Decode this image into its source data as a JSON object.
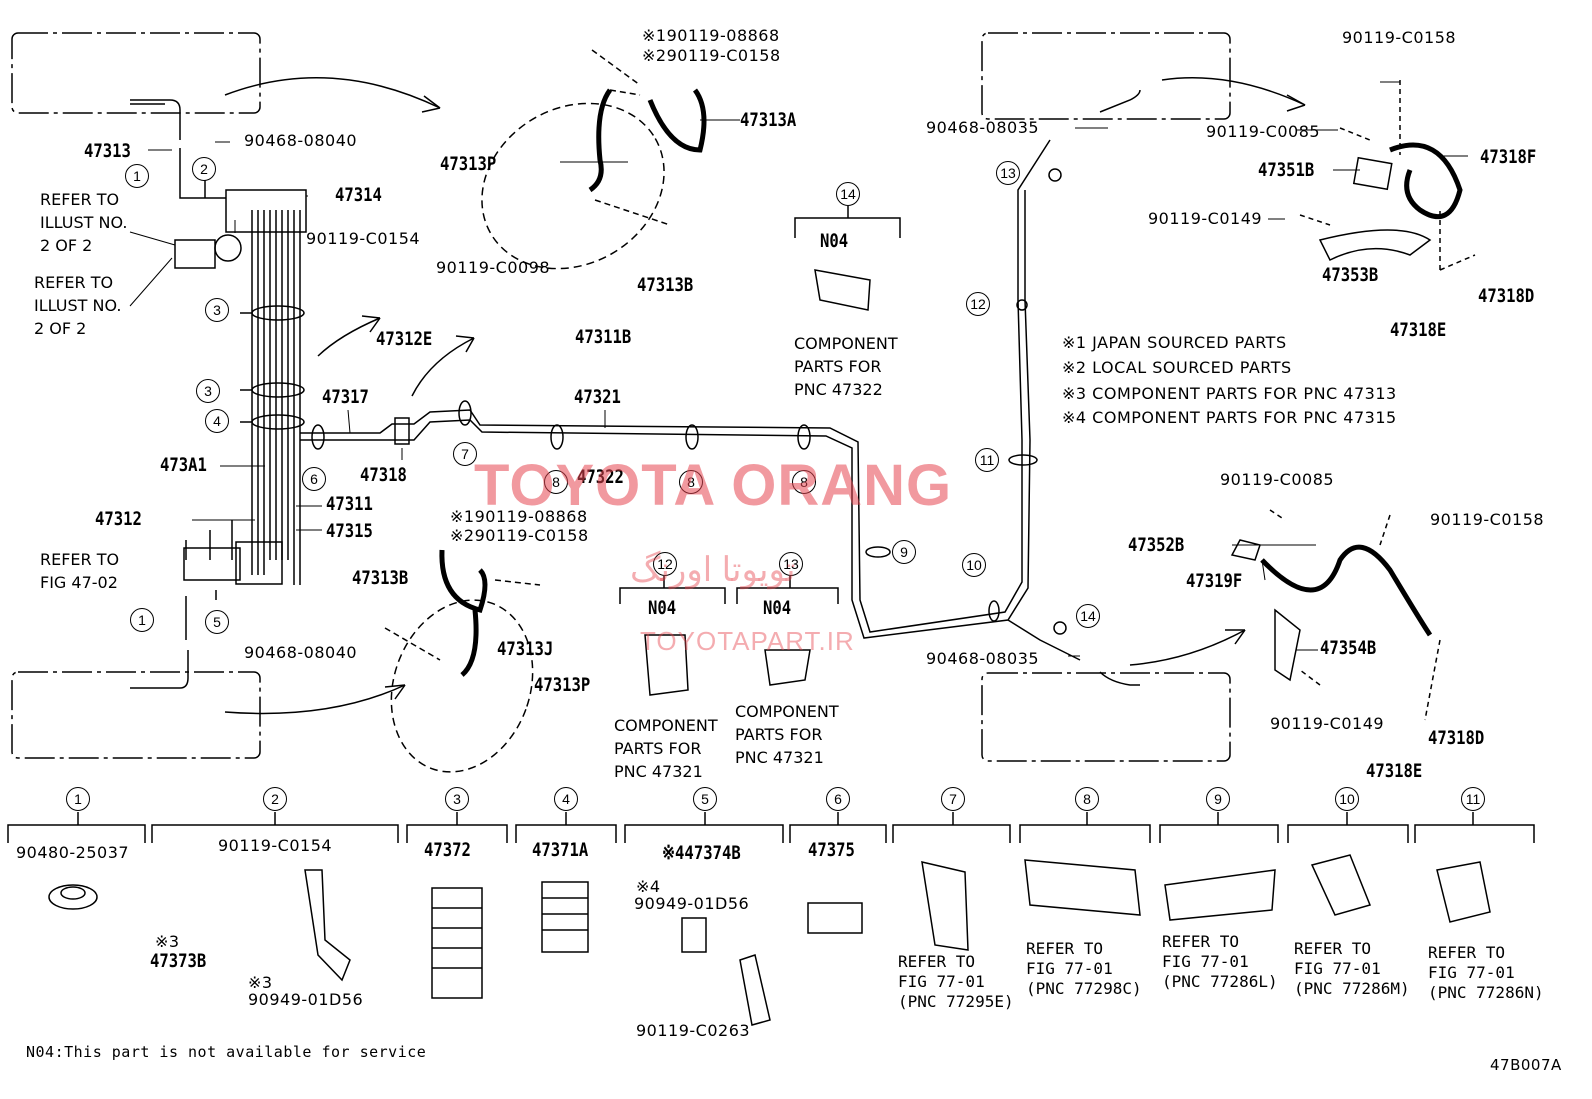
{
  "labels": {
    "p47313": "47313",
    "p90468_08040_top": "90468-08040",
    "p47314": "47314",
    "p90119_C0154": "90119-C0154",
    "p47312E": "47312E",
    "p47317": "47317",
    "p47318": "47318",
    "p473A1": "473A1",
    "p47311": "47311",
    "p47312": "47312",
    "p47315": "47315",
    "p90468_08040_bot": "90468-08040",
    "p47313A": "47313A",
    "p47313P_top": "47313P",
    "p47313B_top": "47313B",
    "p90119_C0098": "90119-C0098",
    "p47311B": "47311B",
    "p90119_08868_top": "※190119-08868",
    "p90119_C0158_top": "※290119-C0158",
    "p90119_08868_mid": "※190119-08868",
    "p90119_C0158_mid": "※290119-C0158",
    "p47313B_mid": "47313B",
    "p47313J": "47313J",
    "p47313P_mid": "47313P",
    "p47321": "47321",
    "p47322": "47322",
    "n04_a": "N04",
    "n04_b": "N04",
    "n04_c": "N04",
    "p90468_08035_top": "90468-08035",
    "p90468_08035_bot": "90468-08035",
    "p90119_C0158_r1": "90119-C0158",
    "p90119_C0085_r1": "90119-C0085",
    "p47318F": "47318F",
    "p47351B": "47351B",
    "p90119_C0149_r1": "90119-C0149",
    "p47353B": "47353B",
    "p47318D_r1": "47318D",
    "p47318E_r1": "47318E",
    "p90119_C0085_r2": "90119-C0085",
    "p90119_C0158_r2": "90119-C0158",
    "p47352B": "47352B",
    "p47319F": "47319F",
    "p47354B": "47354B",
    "p90119_C0149_r2": "90119-C0149",
    "p47318D_r2": "47318D",
    "p47318E_r2": "47318E"
  },
  "refs": {
    "refer_illust_1": "REFER TO\nILLUST NO.\n2 OF 2",
    "refer_illust_2": "REFER TO\nILLUST NO.\n2 OF 2",
    "refer_fig_4702": "REFER TO\nFIG 47-02",
    "comp_47322": "COMPONENT\nPARTS FOR\nPNC 47322",
    "comp_47321_a": "COMPONENT\nPARTS FOR\nPNC 47321",
    "comp_47321_b": "COMPONENT\nPARTS FOR\nPNC 47321"
  },
  "legend": {
    "l1": "※1 JAPAN SOURCED PARTS",
    "l2": "※2 LOCAL SOURCED PARTS",
    "l3": "※3 COMPONENT PARTS FOR PNC 47313",
    "l4": "※4 COMPONENT PARTS FOR PNC 47315"
  },
  "bottom": {
    "b1": "90480-25037",
    "b2": "90119-C0154",
    "b2a": "※3",
    "b2b": "47373B",
    "b2c": "※3",
    "b2d": "90949-01D56",
    "b3": "47372",
    "b4": "47371A",
    "b5": "※447374B",
    "b5a": "※4",
    "b5b": "90949-01D56",
    "b5c": "90119-C0263",
    "b6": "47375",
    "b7": "REFER TO\nFIG 77-01\n(PNC 77295E)",
    "b8": "REFER TO\nFIG 77-01\n(PNC 77298C)",
    "b9": "REFER TO\nFIG 77-01\n(PNC 77286L)",
    "b10": "REFER TO\nFIG 77-01\n(PNC 77286M)",
    "b11": "REFER TO\nFIG 77-01\n(PNC 77286N)"
  },
  "circles": [
    "1",
    "2",
    "3",
    "4",
    "5",
    "6",
    "7",
    "8",
    "9",
    "10",
    "11",
    "12",
    "13",
    "14"
  ],
  "footer": {
    "note": "N04:This part is not available for service",
    "code": "47B007A"
  },
  "watermark": {
    "main": "TOYOTA ORANG",
    "farsi": "تویوتا اورنگ",
    "site": "TOYOTAPART.IR"
  }
}
